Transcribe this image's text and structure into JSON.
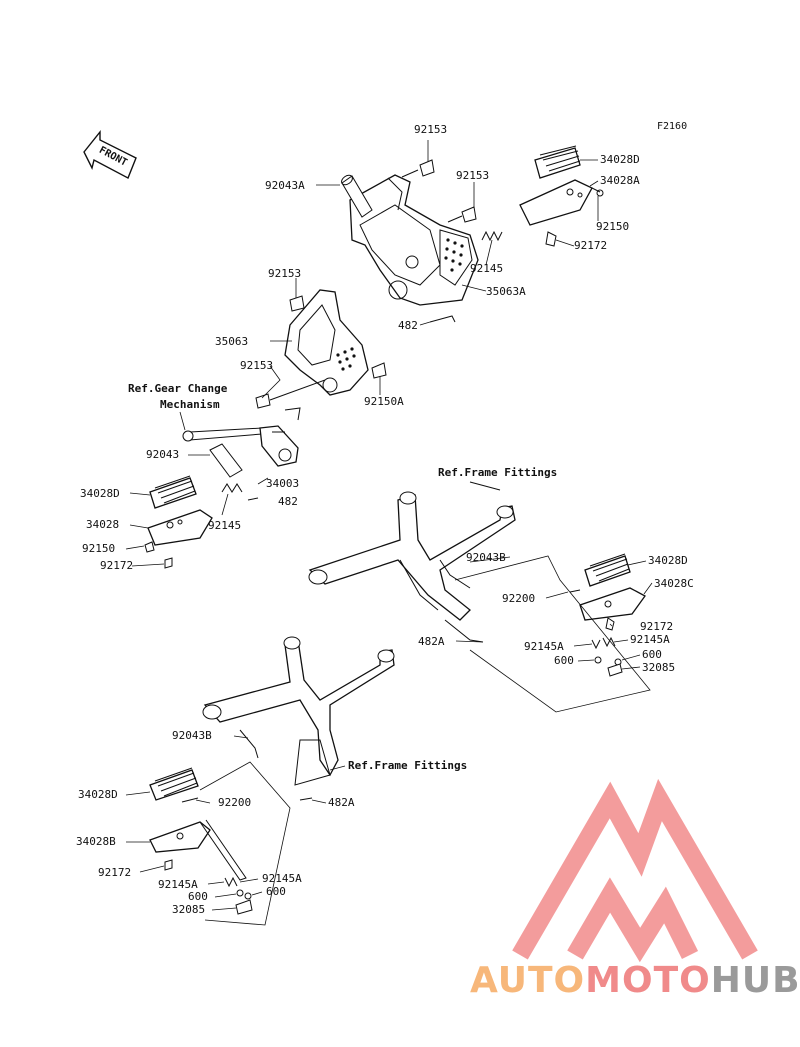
{
  "figure_code": "F2160",
  "front_label": "FRONT",
  "watermark": {
    "part1": "AUTO",
    "part2": "MOTO",
    "part3": "HUB",
    "color1": "#f7b77a",
    "color2": "#f08a8a",
    "color3": "#9a9a9a",
    "logo_color": "#f28b8b"
  },
  "labels": {
    "p92153_top": "92153",
    "p92043A": "92043A",
    "p92153_mid": "92153",
    "p34028D_top": "34028D",
    "p34028A": "34028A",
    "p92150": "92150",
    "p92172_top": "92172",
    "p92145_top": "92145",
    "p35063A": "35063A",
    "p482_top": "482",
    "p92153_left": "92153",
    "p35063": "35063",
    "p92153_left2": "92153",
    "p92150A": "92150A",
    "ref_gear_1": "Ref.Gear Change",
    "ref_gear_2": "Mechanism",
    "p92043": "92043",
    "p34003": "34003",
    "p482_mid": "482",
    "p92145_mid": "92145",
    "p34028D_left": "34028D",
    "p34028": "34028",
    "p92150_left": "92150",
    "p92172_left": "92172",
    "ref_frame_1": "Ref.Frame Fittings",
    "p92043B_right": "92043B",
    "p34028D_right": "34028D",
    "p34028C": "34028C",
    "p92200_right": "92200",
    "p92172_right": "92172",
    "p482A_right": "482A",
    "p92145A_r1": "92145A",
    "p92145A_r2": "92145A",
    "p600_r1": "600",
    "p600_r2": "600",
    "p32085_right": "32085",
    "p92043B_low": "92043B",
    "ref_frame_2": "Ref.Frame Fittings",
    "p34028D_low": "34028D",
    "p92200_low": "92200",
    "p482A_low": "482A",
    "p34028B": "34028B",
    "p92172_low": "92172",
    "p92145A_l1": "92145A",
    "p92145A_l2": "92145A",
    "p600_l1": "600",
    "p600_l2": "600",
    "p32085_low": "32085"
  }
}
